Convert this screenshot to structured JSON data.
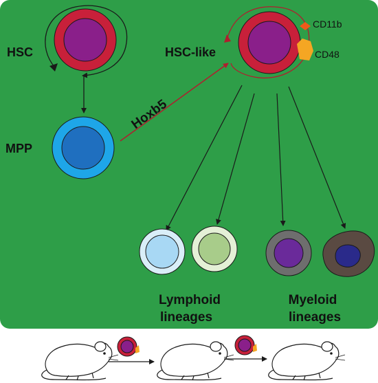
{
  "labels": {
    "hsc": "HSC",
    "mpp": "MPP",
    "hsc_like": "HSC-like",
    "hoxb5": "Hoxb5",
    "cd11b": "CD11b",
    "cd48": "CD48",
    "lymphoid_line1": "Lymphoid",
    "lymphoid_line2": "lineages",
    "myeloid_line1": "Myeloid",
    "myeloid_line2": "lineages"
  },
  "colors": {
    "panel_green": "#2e9e48",
    "hsc_outer": "#c8203a",
    "hsc_inner": "#8a1f8a",
    "mpp_outer": "#1ea6e8",
    "mpp_inner": "#1f6fbf",
    "lymph1_outer": "#d9eef8",
    "lymph1_inner": "#a8d8f4",
    "lymph2_outer": "#e4f0d6",
    "lymph2_inner": "#a8cc8a",
    "myeloid1_outer": "#6e6e6e",
    "myeloid1_inner": "#6a2a9a",
    "myeloid2_outer": "#5a4a42",
    "myeloid2_inner": "#2a2a8a",
    "cd11b_marker": "#f05a1a",
    "cd48_marker": "#f5a623",
    "arrow_dark": "#1a1a1a",
    "arrow_red": "#b01e2e"
  }
}
